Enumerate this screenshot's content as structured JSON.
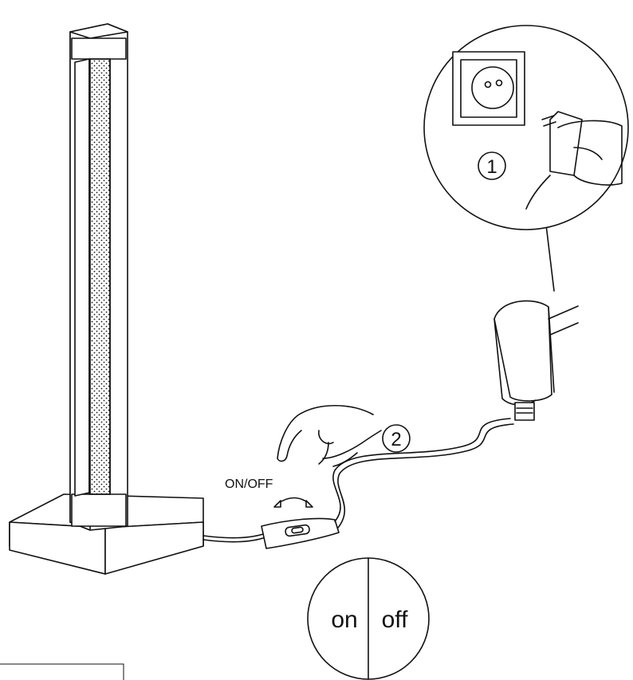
{
  "steps": [
    {
      "number": "1",
      "meaning": "plug adapter into wall socket"
    },
    {
      "number": "2",
      "meaning": "press inline cord switch"
    }
  ],
  "switch_label": "ON/OFF",
  "switch_states": {
    "on": "on",
    "off": "off"
  },
  "colors": {
    "line": "#111111",
    "background": "#ffffff"
  },
  "icons": {
    "lamp": "vertical-led-bar-lamp",
    "socket": "wall-socket-icon",
    "adapter": "plug-adapter-icon",
    "hand": "hand-icon",
    "cord_switch": "inline-cord-switch-icon"
  }
}
